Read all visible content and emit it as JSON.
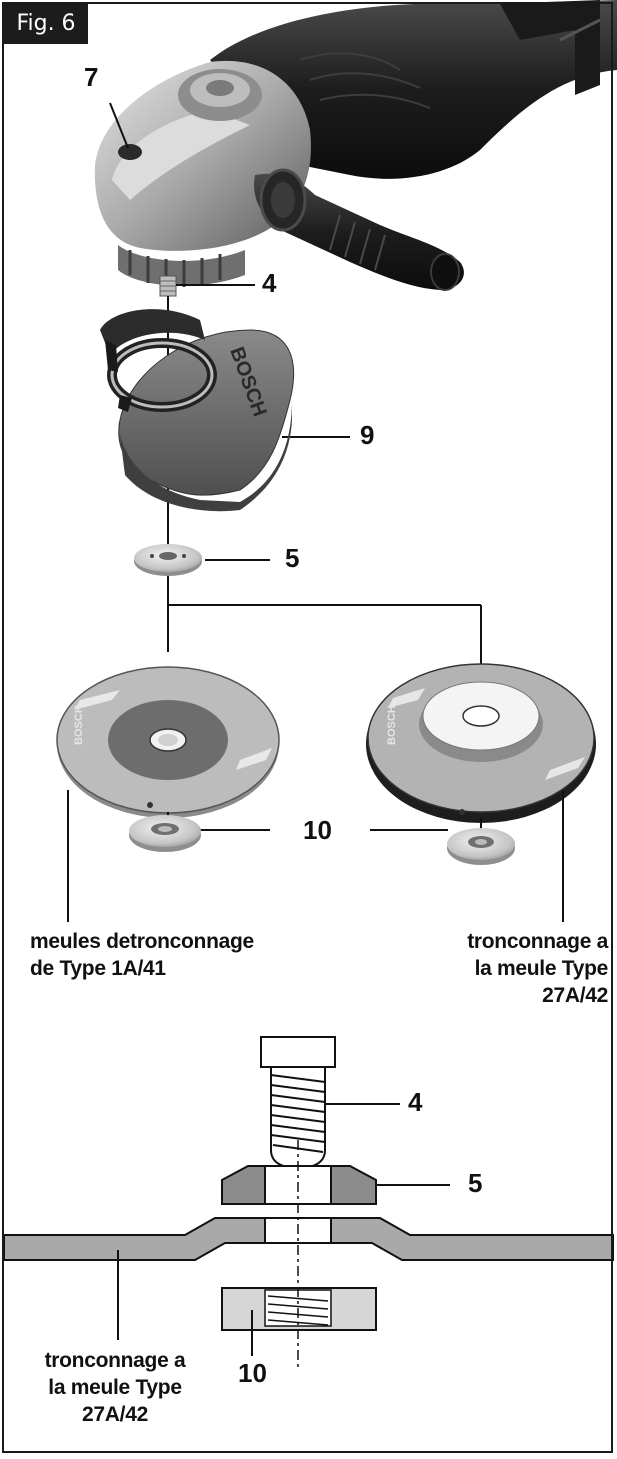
{
  "figure": {
    "label": "Fig. 6"
  },
  "callouts": {
    "c7": "7",
    "c4_top": "4",
    "c9": "9",
    "c5_top": "5",
    "c10_mid": "10",
    "c4_bottom": "4",
    "c5_bottom": "5",
    "c10_bottom": "10"
  },
  "captions": {
    "left_wheel": [
      "meules detronconnage",
      "de Type 1A/41"
    ],
    "right_wheel": [
      "tronconnage a",
      "la meule Type",
      "27A/42"
    ],
    "bottom_wheel": [
      "tronconnage a",
      "la meule Type",
      "27A/42"
    ]
  },
  "wheel_brand": "BOSCH",
  "colors": {
    "outline": "#111111",
    "metal": "#c9c9c9",
    "dark": "#2a2a2a",
    "wheel_grey": "#a7a7a7"
  }
}
